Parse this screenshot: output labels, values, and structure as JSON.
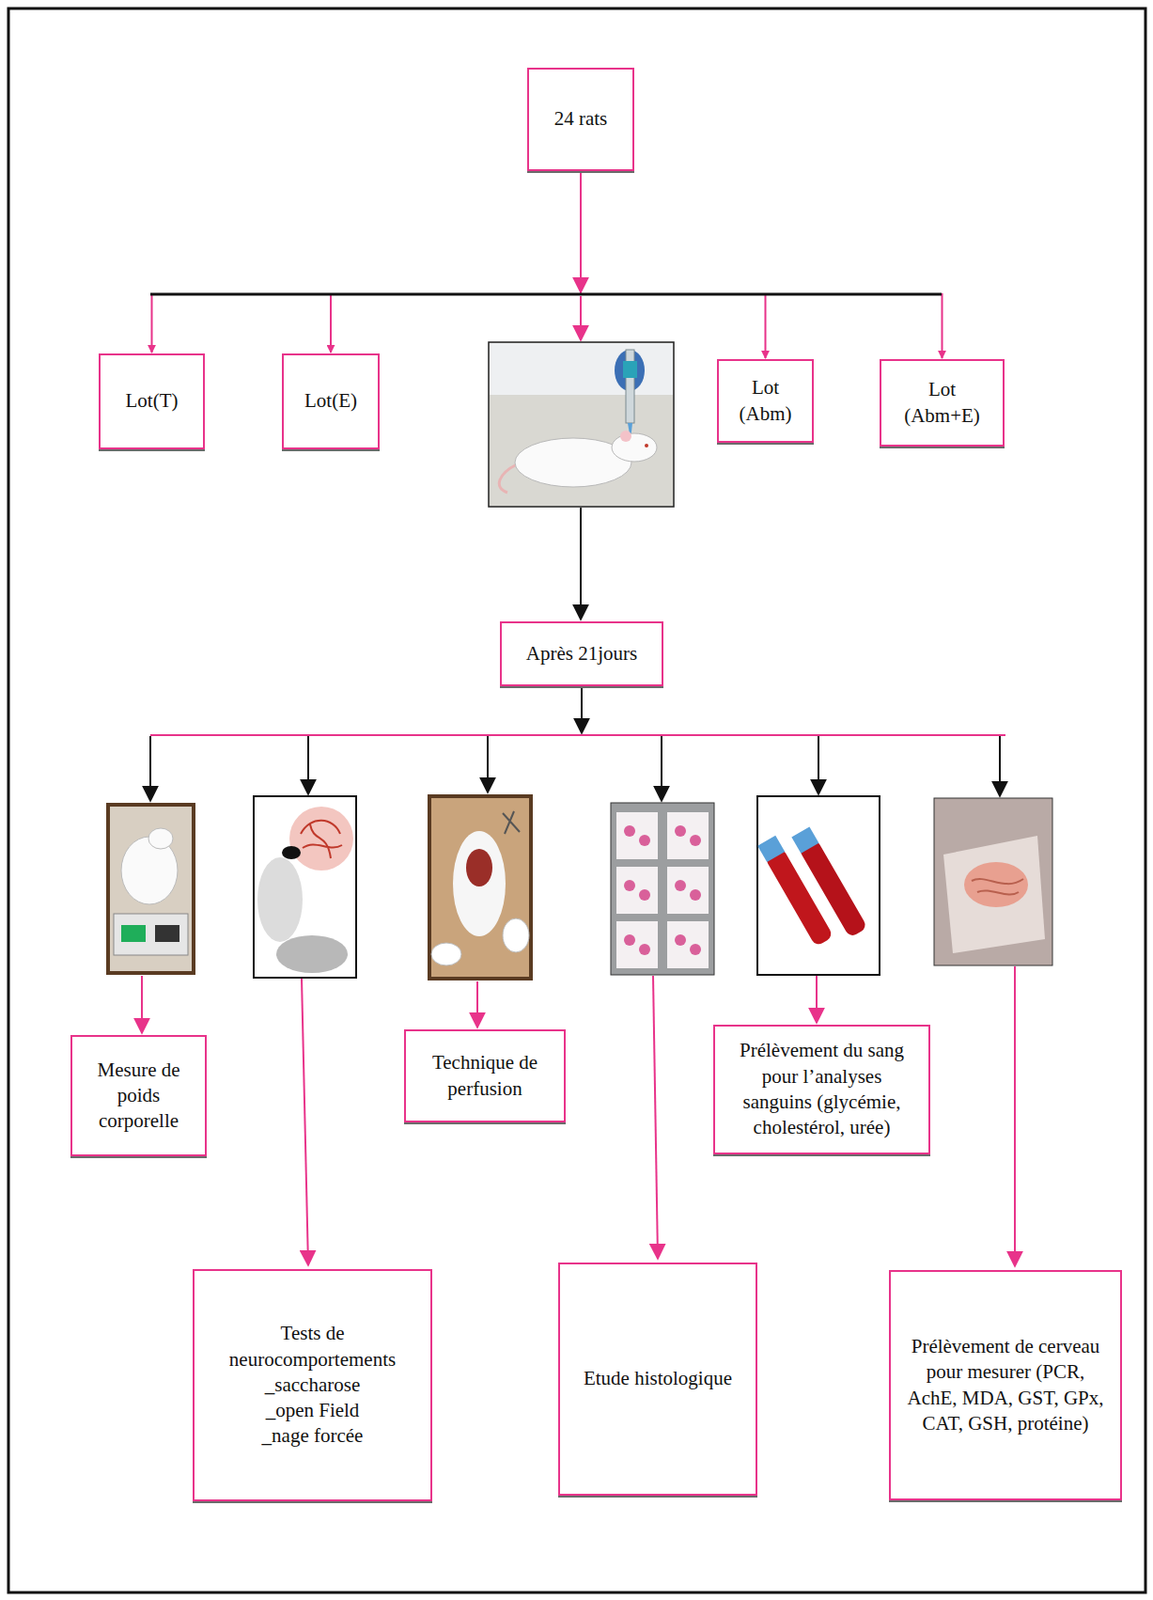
{
  "diagram": {
    "nodes": [
      {
        "text": [
          "24 rats"
        ]
      },
      {
        "text": [
          "Lot(T)"
        ]
      },
      {
        "text": [
          "Lot(E)"
        ]
      },
      {
        "text": [
          "Lot (Abm)"
        ]
      },
      {
        "text": [
          "Lot (Abm+E)"
        ]
      },
      {
        "text": [
          "Après 21jours"
        ]
      },
      {
        "text": [
          "Mesure de poids corporelle"
        ]
      },
      {
        "text": [
          "Technique de perfusion"
        ]
      },
      {
        "text": [
          "Prélèvement du sang pour l’analyses sanguins (glycémie, cholestérol, urée)"
        ]
      },
      {
        "text": [
          "Tests de neurocomportements",
          "_saccharose",
          "_open Field",
          "_nage forcée"
        ]
      },
      {
        "text": [
          "Etude histologique"
        ]
      },
      {
        "text": [
          "Prélèvement de cerveau pour mesurer (PCR, AchE, MDA, GST, GPx, CAT, GSH, protéine)"
        ]
      }
    ],
    "edges": [
      {
        "from": 0,
        "to": 1,
        "arrow": "to"
      },
      {
        "from": 0,
        "to": 2,
        "arrow": "to"
      },
      {
        "from": 0,
        "to": 3,
        "arrow": "to"
      },
      {
        "from": 0,
        "to": 4,
        "arrow": "to"
      }
    ]
  }
}
